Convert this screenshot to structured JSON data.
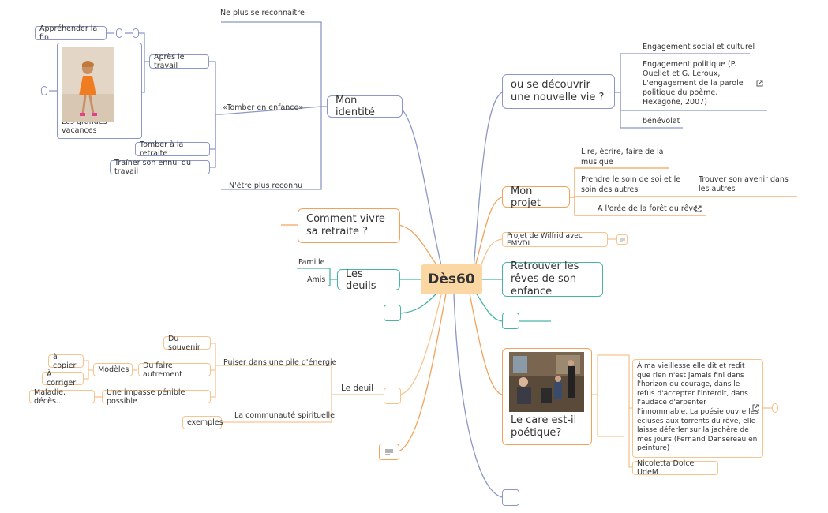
{
  "center": "Dès60",
  "left": {
    "identity": {
      "label": "Mon identité",
      "items": {
        "ne_plus": "Ne plus se reconnaitre",
        "tomber": "«Tomber en enfance»",
        "nêtre": "N'être plus reconnu",
        "apres": "Après le travail",
        "apprehender": "Appréhender la fin",
        "vacances": "Les grandes vacances",
        "retraite": "Tomber à la retraite",
        "ennui": "Traîner son ennui du travail"
      }
    },
    "comment": "Comment vivre sa retraite ?",
    "deuils": {
      "label": "Les deuils",
      "famille": "Famille",
      "amis": "Amis"
    },
    "le_deuil": {
      "label": "Le deuil",
      "puiser": "Puiser dans une pile d'énergie",
      "souvenir": "Du souvenir",
      "autrement": "Du faire autrement",
      "modeles": "Modèles",
      "copier": "à copier",
      "corriger": "À corriger",
      "impasse": "Une impasse pénible possible",
      "maladie": "Maladie, décès...",
      "communaute": "La communauté spirituelle",
      "exemples": "exemples"
    }
  },
  "right": {
    "decouvrir": {
      "label": "ou se découvrir une nouvelle vie ?",
      "engagement_social": "Engagement social et culturel",
      "engagement_politique": "Engagement politique (P. Ouellet et G. Leroux, L'engagement de la parole politique du poème, Hexagone, 2007)",
      "benevolat": "bénévolat"
    },
    "projet": {
      "label": "Mon projet",
      "lire": "Lire, écrire, faire de la musique",
      "soin": "Prendre le soin de soi et le soin des autres",
      "avenir": "Trouver son avenir dans les autres",
      "oree": "A l'orée de la forêt du rêve"
    },
    "wilfrid": "Projet de Wilfrid avec EMVDI",
    "retrouver": "Retrouver les rêves de son enfance",
    "care": {
      "label": "Le care est-il poétique?",
      "quote": "À ma vieillesse elle dit et redit que rien n'est jamais fini dans l'horizon  du courage, dans le refus d'accepter l'interdit, dans l'audace d'arpenter l'innommable. La poésie ouvre les écluses aux torrents du rêve, elle laisse déferler sur la jachère de mes jours (Fernand Dansereau en peinture)",
      "nicoletta": "Nicoletta Dolce UdeM"
    }
  },
  "colors": {
    "blue": "#8b97c6",
    "orange": "#f2a259",
    "teal": "#49b3a6",
    "peach": "#f5c48f",
    "center": "#fbd7a4"
  }
}
